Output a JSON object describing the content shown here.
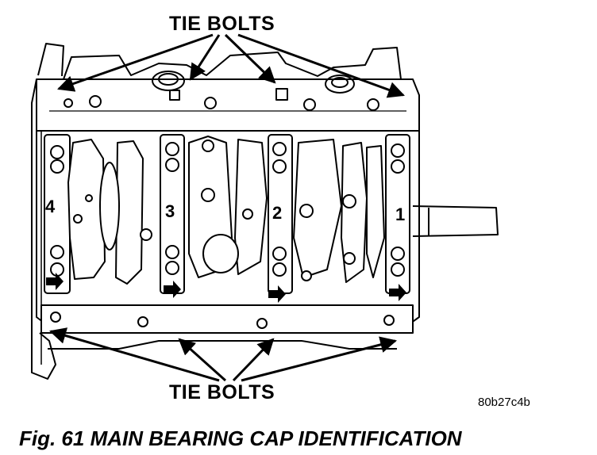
{
  "labels": {
    "top": "TIE BOLTS",
    "bottom": "TIE BOLTS",
    "figure_code": "80b27c4b",
    "caption": "Fig. 61 MAIN BEARING CAP IDENTIFICATION"
  },
  "cap_numbers": [
    "4",
    "3",
    "2",
    "1"
  ],
  "colors": {
    "ink": "#000000",
    "paper": "#ffffff"
  }
}
